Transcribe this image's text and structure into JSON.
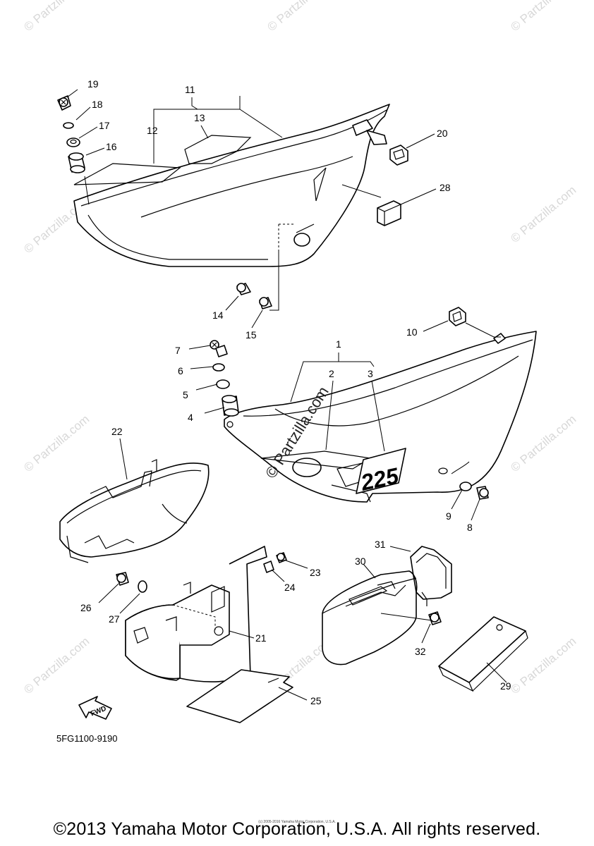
{
  "callouts": [
    {
      "num": "1"
    },
    {
      "num": "2"
    },
    {
      "num": "3"
    },
    {
      "num": "4"
    },
    {
      "num": "5"
    },
    {
      "num": "6"
    },
    {
      "num": "7"
    },
    {
      "num": "8"
    },
    {
      "num": "9"
    },
    {
      "num": "10"
    },
    {
      "num": "11"
    },
    {
      "num": "12"
    },
    {
      "num": "13"
    },
    {
      "num": "14"
    },
    {
      "num": "15"
    },
    {
      "num": "16"
    },
    {
      "num": "17"
    },
    {
      "num": "18"
    },
    {
      "num": "19"
    },
    {
      "num": "20"
    },
    {
      "num": "21"
    },
    {
      "num": "22"
    },
    {
      "num": "23"
    },
    {
      "num": "24"
    },
    {
      "num": "25"
    },
    {
      "num": "26"
    },
    {
      "num": "27"
    },
    {
      "num": "28"
    },
    {
      "num": "29"
    },
    {
      "num": "30"
    },
    {
      "num": "31"
    },
    {
      "num": "32"
    }
  ],
  "decal_text": "225",
  "fwd_label": "FWD",
  "doc_code": "5FG1100-9190",
  "watermark_text": "© Partzilla.com",
  "center_watermark": "© Partzilla.com",
  "copyright_small": "(c) 2005-2016 Yamaha Motor Corporation, U.S.A.",
  "copyright": "©2013 Yamaha Motor Corporation, U.S.A. All rights reserved."
}
